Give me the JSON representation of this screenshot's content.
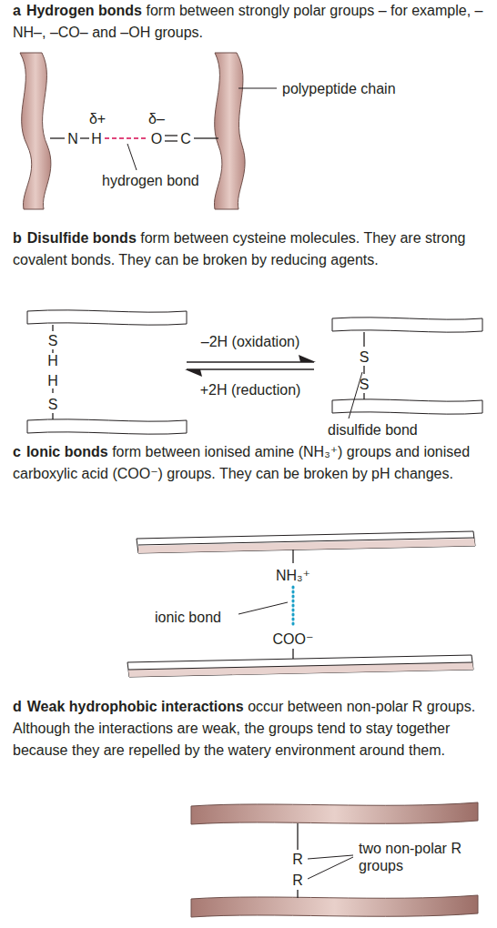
{
  "diagram": {
    "labels": [
      "a",
      "Hydrogen bonds",
      "form between strongly polar groups – for example, –NH–, –CO– and –OH groups.",
      "polypeptide chain",
      "δ+",
      "δ–",
      "N",
      "H",
      "O",
      "C",
      "hydrogen bond",
      "b",
      "Disulfide bonds",
      "form between cysteine molecules. They are strong covalent bonds. They can be broken by reducing agents.",
      "S",
      "H",
      "H",
      "S",
      "–2H (oxidation)",
      "+2H (reduction)",
      "S",
      "S",
      "disulfide bond",
      "c",
      "Ionic bonds",
      "form between ionised amine (NH₃⁺) groups and ionised carboxylic acid (COO⁻) groups. They can be broken by pH changes.",
      "NH₃⁺",
      "ionic bond",
      "COO⁻",
      "d",
      "Weak hydrophobic interactions",
      "occur between non-polar R groups. Although the interactions are weak, the groups tend to stay together because they are repelled by the watery environment around them.",
      "R",
      "R",
      "two non-polar R groups"
    ]
  }
}
